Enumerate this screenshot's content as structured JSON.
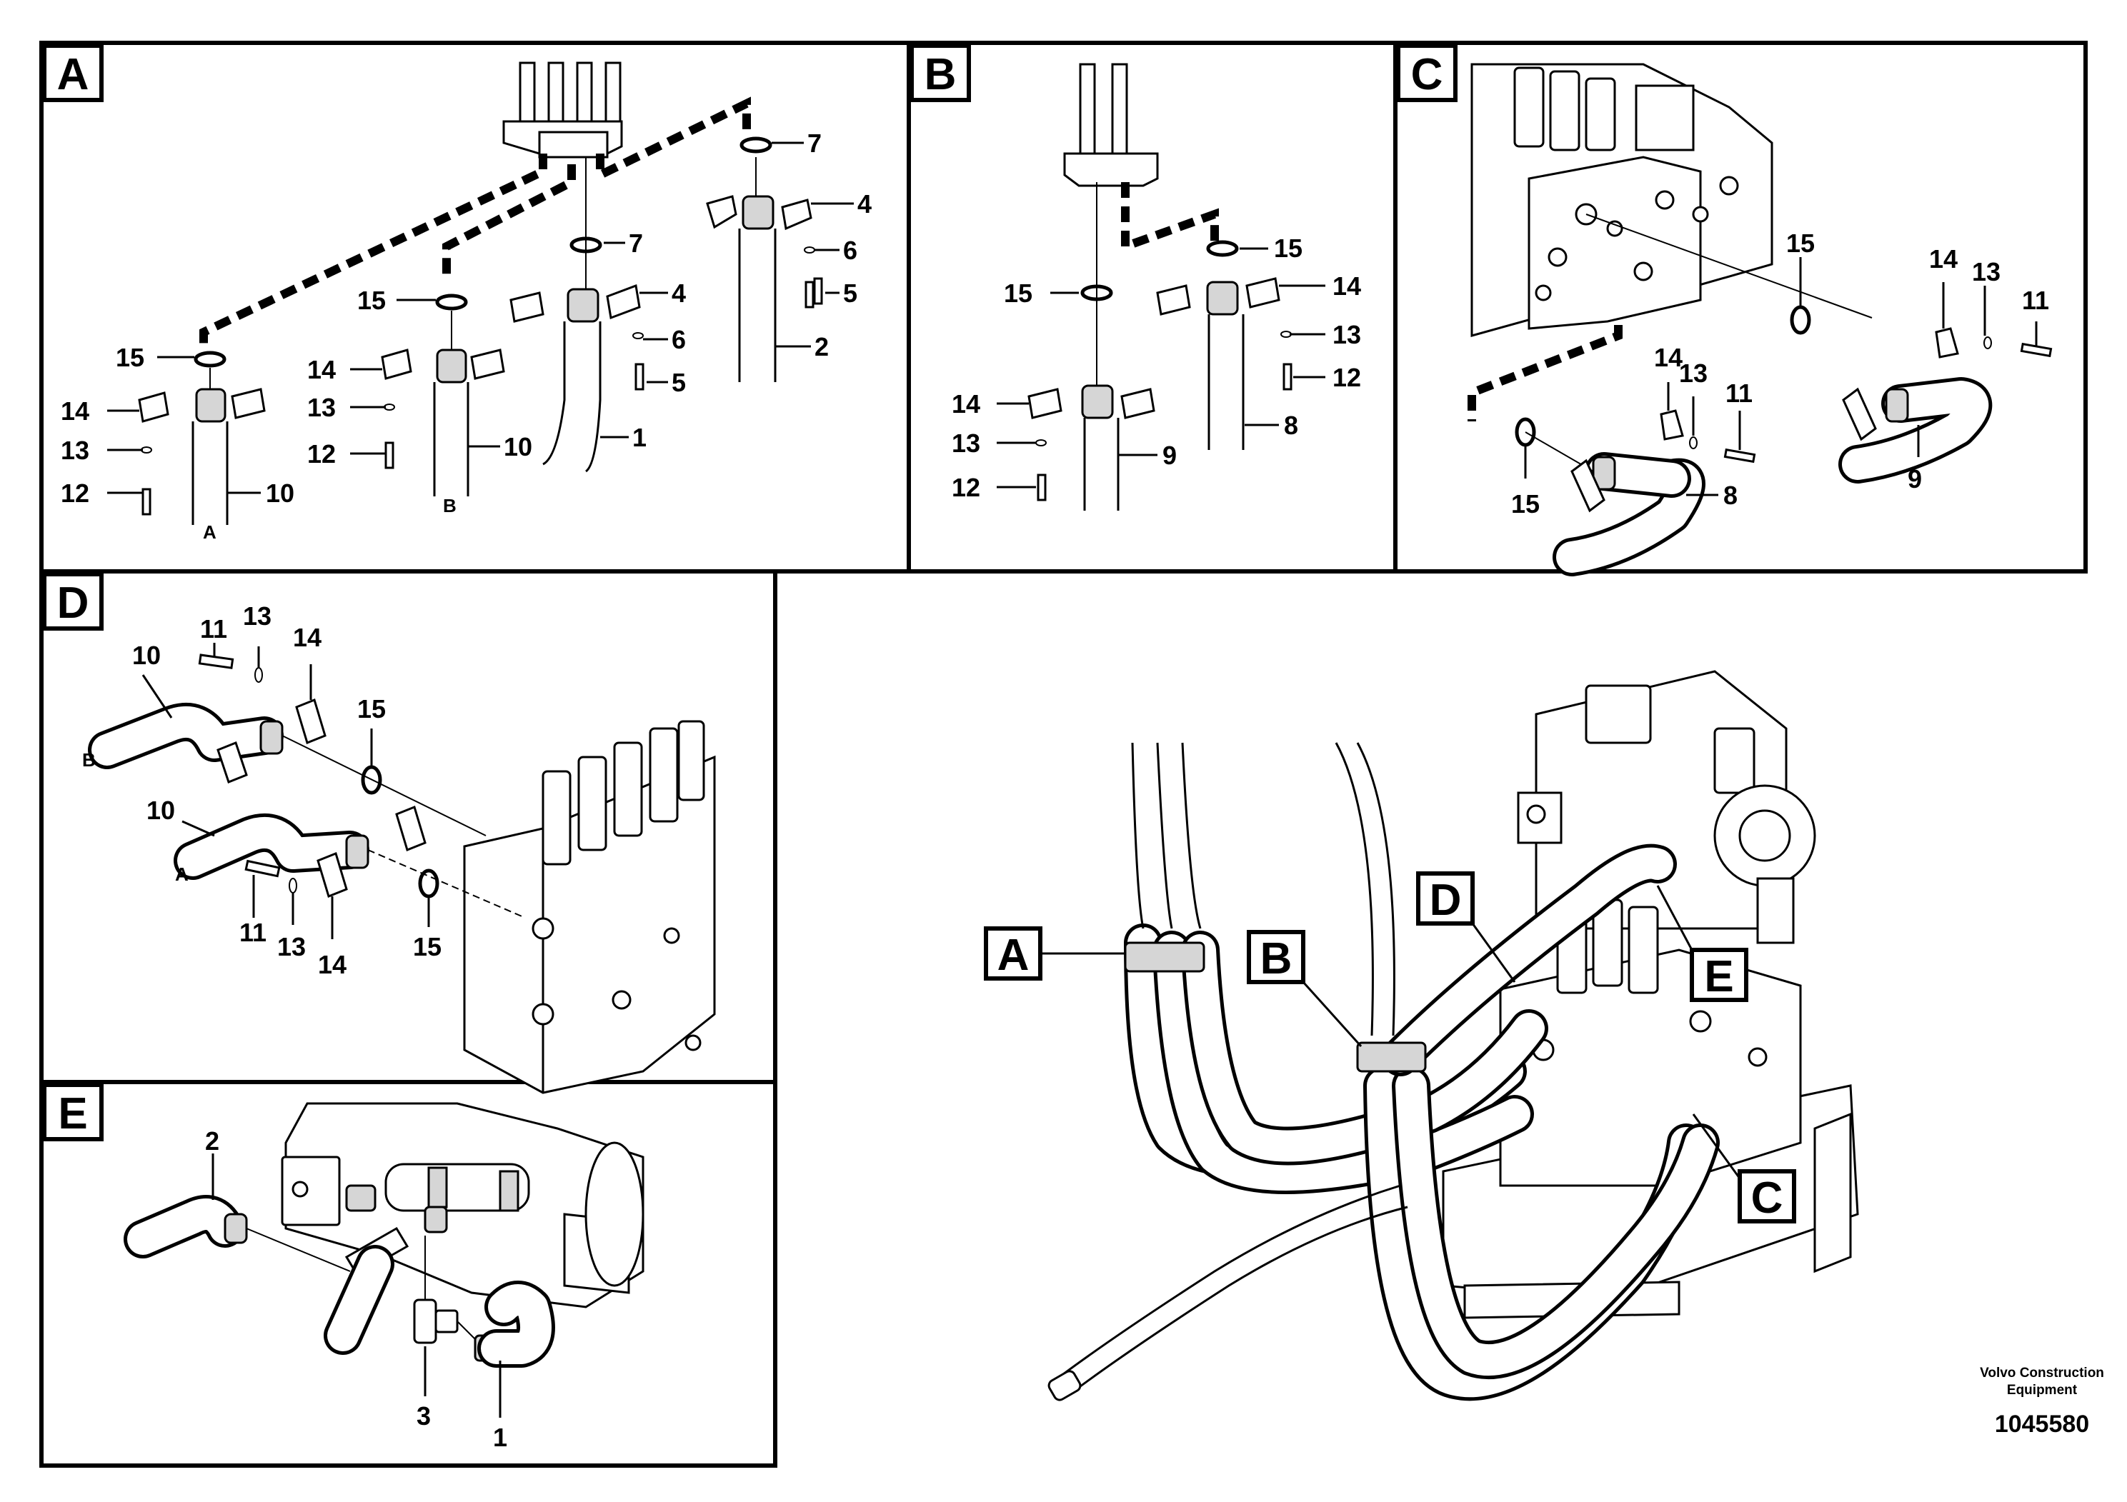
{
  "panels": {
    "A": {
      "label": "A",
      "callouts": [
        "7",
        "7",
        "4",
        "6",
        "5",
        "4",
        "6",
        "5",
        "15",
        "15",
        "14",
        "13",
        "12",
        "14",
        "13",
        "12",
        "10",
        "10",
        "1",
        "2"
      ],
      "hose_ends": [
        "A",
        "B"
      ]
    },
    "B": {
      "label": "B",
      "callouts": [
        "15",
        "15",
        "14",
        "13",
        "12",
        "14",
        "13",
        "12",
        "8",
        "9"
      ]
    },
    "C": {
      "label": "C",
      "callouts": [
        "15",
        "14",
        "13",
        "11",
        "14",
        "13",
        "11",
        "15",
        "8",
        "9"
      ]
    },
    "D": {
      "label": "D",
      "callouts": [
        "11",
        "13",
        "14",
        "10",
        "15",
        "10",
        "11",
        "13",
        "14",
        "15"
      ],
      "hose_ends": [
        "B",
        "A"
      ]
    },
    "E": {
      "label": "E",
      "callouts": [
        "2",
        "3",
        "1"
      ]
    }
  },
  "overview": {
    "pointers": [
      "A",
      "B",
      "D",
      "E",
      "C"
    ]
  },
  "footer": {
    "manufacturer_line1": "Volvo Construction",
    "manufacturer_line2": "Equipment",
    "document_number": "1045580"
  }
}
